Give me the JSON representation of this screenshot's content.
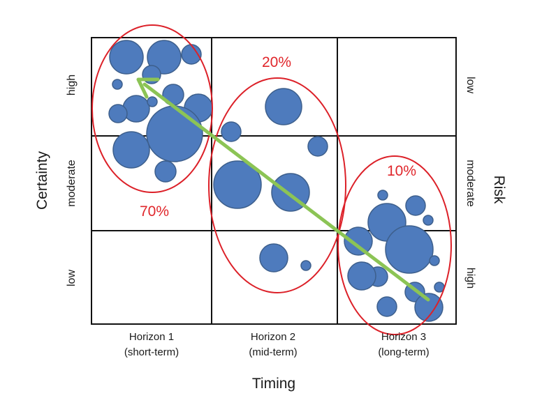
{
  "axes": {
    "x_title": "Timing",
    "left_title": "Certainty",
    "right_title": "Risk"
  },
  "rows_left": [
    "high",
    "moderate",
    "low"
  ],
  "rows_right": [
    "low",
    "moderate",
    "high"
  ],
  "columns": [
    {
      "line1": "Horizon 1",
      "line2": "(short-term)"
    },
    {
      "line1": "Horizon 2",
      "line2": "(mid-term)"
    },
    {
      "line1": "Horizon 3",
      "line2": "(long-term)"
    }
  ],
  "groups": [
    {
      "label": "70%"
    },
    {
      "label": "20%"
    },
    {
      "label": "10%"
    }
  ],
  "colors": {
    "bubble_fill": "#4e7bbd",
    "bubble_stroke": "#3d5f8c",
    "ellipse": "#dc2028",
    "arrow": "#8cc455",
    "grid": "#111111"
  }
}
